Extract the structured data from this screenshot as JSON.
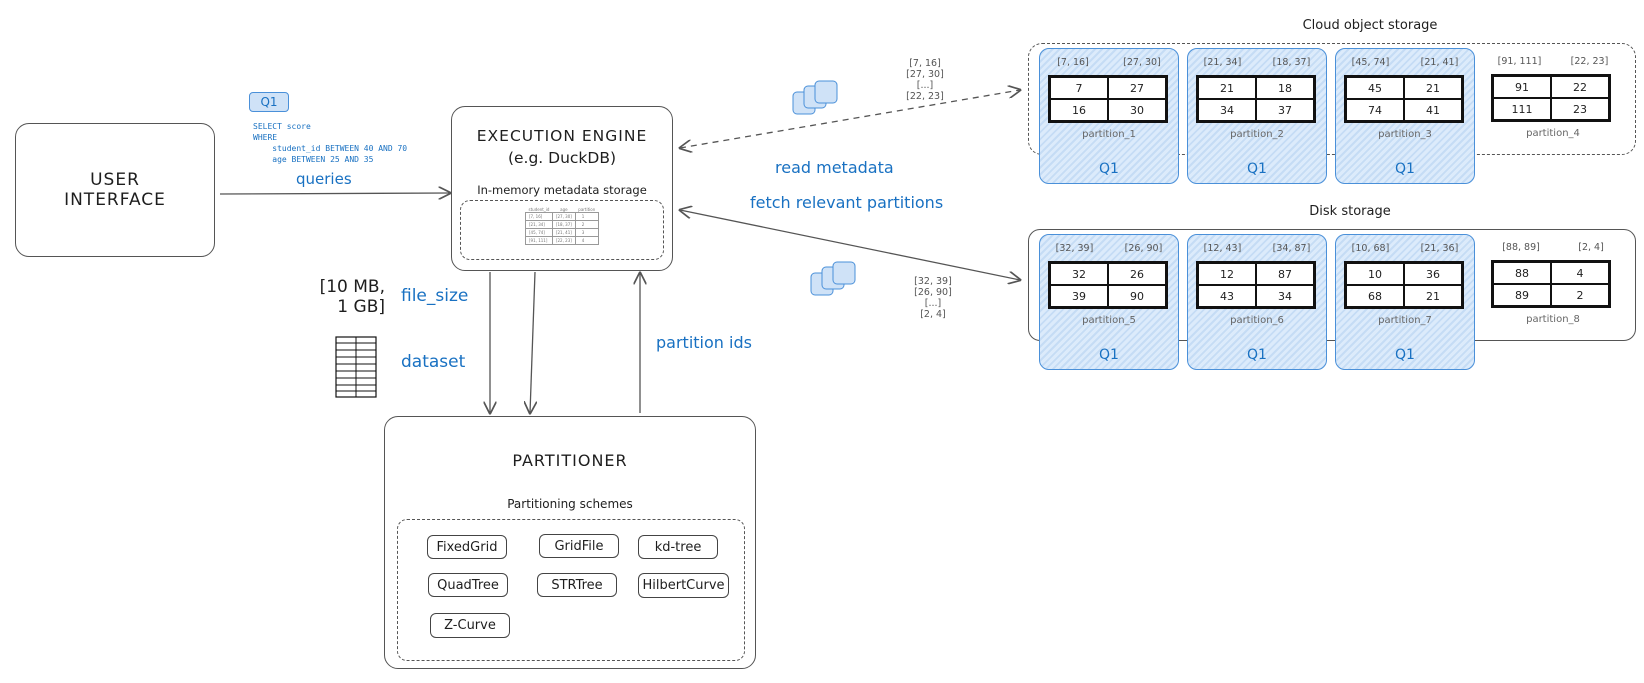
{
  "user_interface": {
    "line1": "USER",
    "line2": "INTERFACE"
  },
  "query": {
    "badge": "Q1",
    "sql": [
      "SELECT score",
      "WHERE",
      "    student_id BETWEEN 40 AND 70",
      "    age BETWEEN 25 AND 35"
    ],
    "arrow_label": "queries"
  },
  "engine": {
    "title1": "EXECUTION ENGINE",
    "title2": "(e.g. DuckDB)",
    "metadata_label": "In-memory metadata storage",
    "meta_headers": [
      "student_id",
      "age",
      "partition"
    ],
    "meta_rows": [
      [
        "[7, 16]",
        "[27, 30]",
        "1"
      ],
      [
        "[21, 34]",
        "[18, 37]",
        "2"
      ],
      [
        "[45, 74]",
        "[21, 41]",
        "3"
      ],
      [
        "[91, 111]",
        "[22, 23]",
        "4"
      ]
    ]
  },
  "inputs": {
    "file_size_value1": "[10 MB,",
    "file_size_value2": "1 GB]",
    "file_size_label": "file_size",
    "dataset_label": "dataset",
    "partition_ids_label": "partition ids"
  },
  "partitioner": {
    "title": "PARTITIONER",
    "schemes_label": "Partitioning schemes",
    "schemes": [
      "FixedGrid",
      "GridFile",
      "kd-tree",
      "QuadTree",
      "STRTree",
      "HilbertCurve",
      "Z-Curve"
    ]
  },
  "links": {
    "read_metadata": "read metadata",
    "fetch_partitions": "fetch relevant partitions",
    "cloud_ranges": [
      "[7, 16]",
      "[27, 30]",
      "[...]",
      "[22, 23]"
    ],
    "disk_ranges": [
      "[32, 39]",
      "[26, 90]",
      "[...]",
      "[2, 4]"
    ]
  },
  "cloud": {
    "title": "Cloud object storage",
    "partitions": [
      {
        "name": "partition_1",
        "ranges": [
          "[7, 16]",
          "[27, 30]"
        ],
        "cells": [
          "7",
          "27",
          "16",
          "30"
        ],
        "q": "Q1"
      },
      {
        "name": "partition_2",
        "ranges": [
          "[21, 34]",
          "[18, 37]"
        ],
        "cells": [
          "21",
          "18",
          "34",
          "37"
        ],
        "q": "Q1"
      },
      {
        "name": "partition_3",
        "ranges": [
          "[45, 74]",
          "[21, 41]"
        ],
        "cells": [
          "45",
          "21",
          "74",
          "41"
        ],
        "q": "Q1"
      },
      {
        "name": "partition_4",
        "ranges": [
          "[91, 111]",
          "[22, 23]"
        ],
        "cells": [
          "91",
          "22",
          "111",
          "23"
        ],
        "q": ""
      }
    ]
  },
  "disk": {
    "title": "Disk storage",
    "partitions": [
      {
        "name": "partition_5",
        "ranges": [
          "[32, 39]",
          "[26, 90]"
        ],
        "cells": [
          "32",
          "26",
          "39",
          "90"
        ],
        "q": "Q1"
      },
      {
        "name": "partition_6",
        "ranges": [
          "[12, 43]",
          "[34, 87]"
        ],
        "cells": [
          "12",
          "87",
          "43",
          "34"
        ],
        "q": "Q1"
      },
      {
        "name": "partition_7",
        "ranges": [
          "[10, 68]",
          "[21, 36]"
        ],
        "cells": [
          "10",
          "36",
          "68",
          "21"
        ],
        "q": "Q1"
      },
      {
        "name": "partition_8",
        "ranges": [
          "[88, 89]",
          "[2, 4]"
        ],
        "cells": [
          "88",
          "4",
          "89",
          "2"
        ],
        "q": ""
      }
    ]
  },
  "colors": {
    "accent": "#1971c2",
    "partition_fill": "#c5dcf5",
    "partition_border": "#4a90d9"
  }
}
